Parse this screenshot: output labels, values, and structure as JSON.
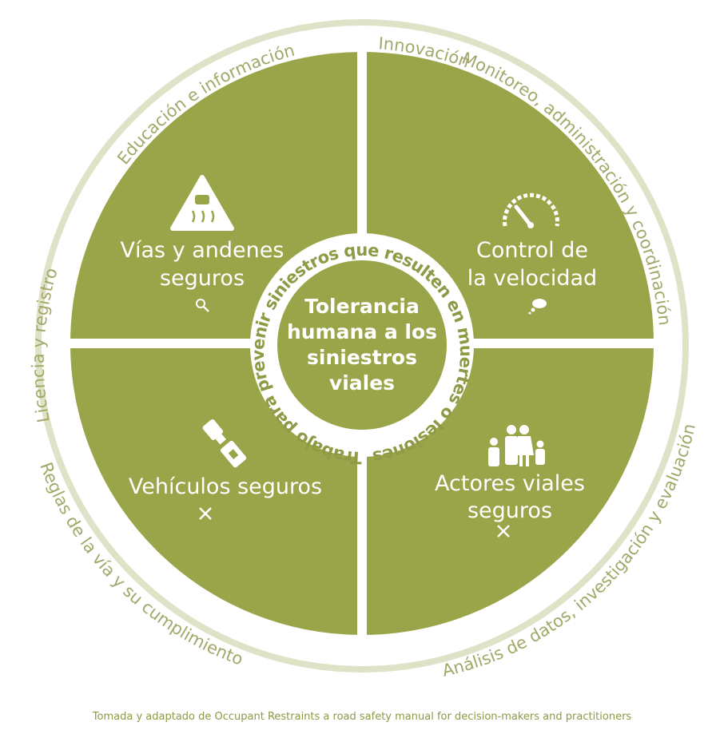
{
  "colors": {
    "quadrant": "#99a548",
    "outer_ring": "#dfe2c6",
    "ring_text": "#a3a86a",
    "inner_text": "#8f9a46",
    "footer_text": "#8c9a44"
  },
  "outer_ring": {
    "education": "Educación e información",
    "innovation": "Innovación",
    "monitoring": "Monitoreo, administración y coordinación",
    "data_analysis": "Análisis de datos, investigación y evaluación",
    "road_rules": "Reglas de la vía y su cumplimiento",
    "licensing": "Licencia y registro"
  },
  "quadrants": {
    "top_left": {
      "line1": "Vías y andenes",
      "line2": "seguros",
      "icon": "slippery-road-icon",
      "sub_icon": "search-icon"
    },
    "top_right": {
      "line1": "Control de",
      "line2": "la velocidad",
      "icon": "speedometer-icon",
      "sub_icon": "thought-bubble-icon"
    },
    "bottom_left": {
      "line1": "Vehículos seguros",
      "icon": "seatbelt-icon",
      "sub_icon": "tools-icon"
    },
    "bottom_right": {
      "line1": "Actores viales",
      "line2": "seguros",
      "icon": "family-icon",
      "sub_icon": "tools-icon"
    }
  },
  "inner_ring": {
    "text": "Trabajo para prevenir siniestros que resulten en muertes o lesiones"
  },
  "center": {
    "line1": "Tolerancia",
    "line2": "humana a los",
    "line3": "siniestros",
    "line4": "viales"
  },
  "footer": {
    "source": "Tomada y adaptado de Occupant Restraints a road safety manual for decision-makers and practitioners"
  }
}
